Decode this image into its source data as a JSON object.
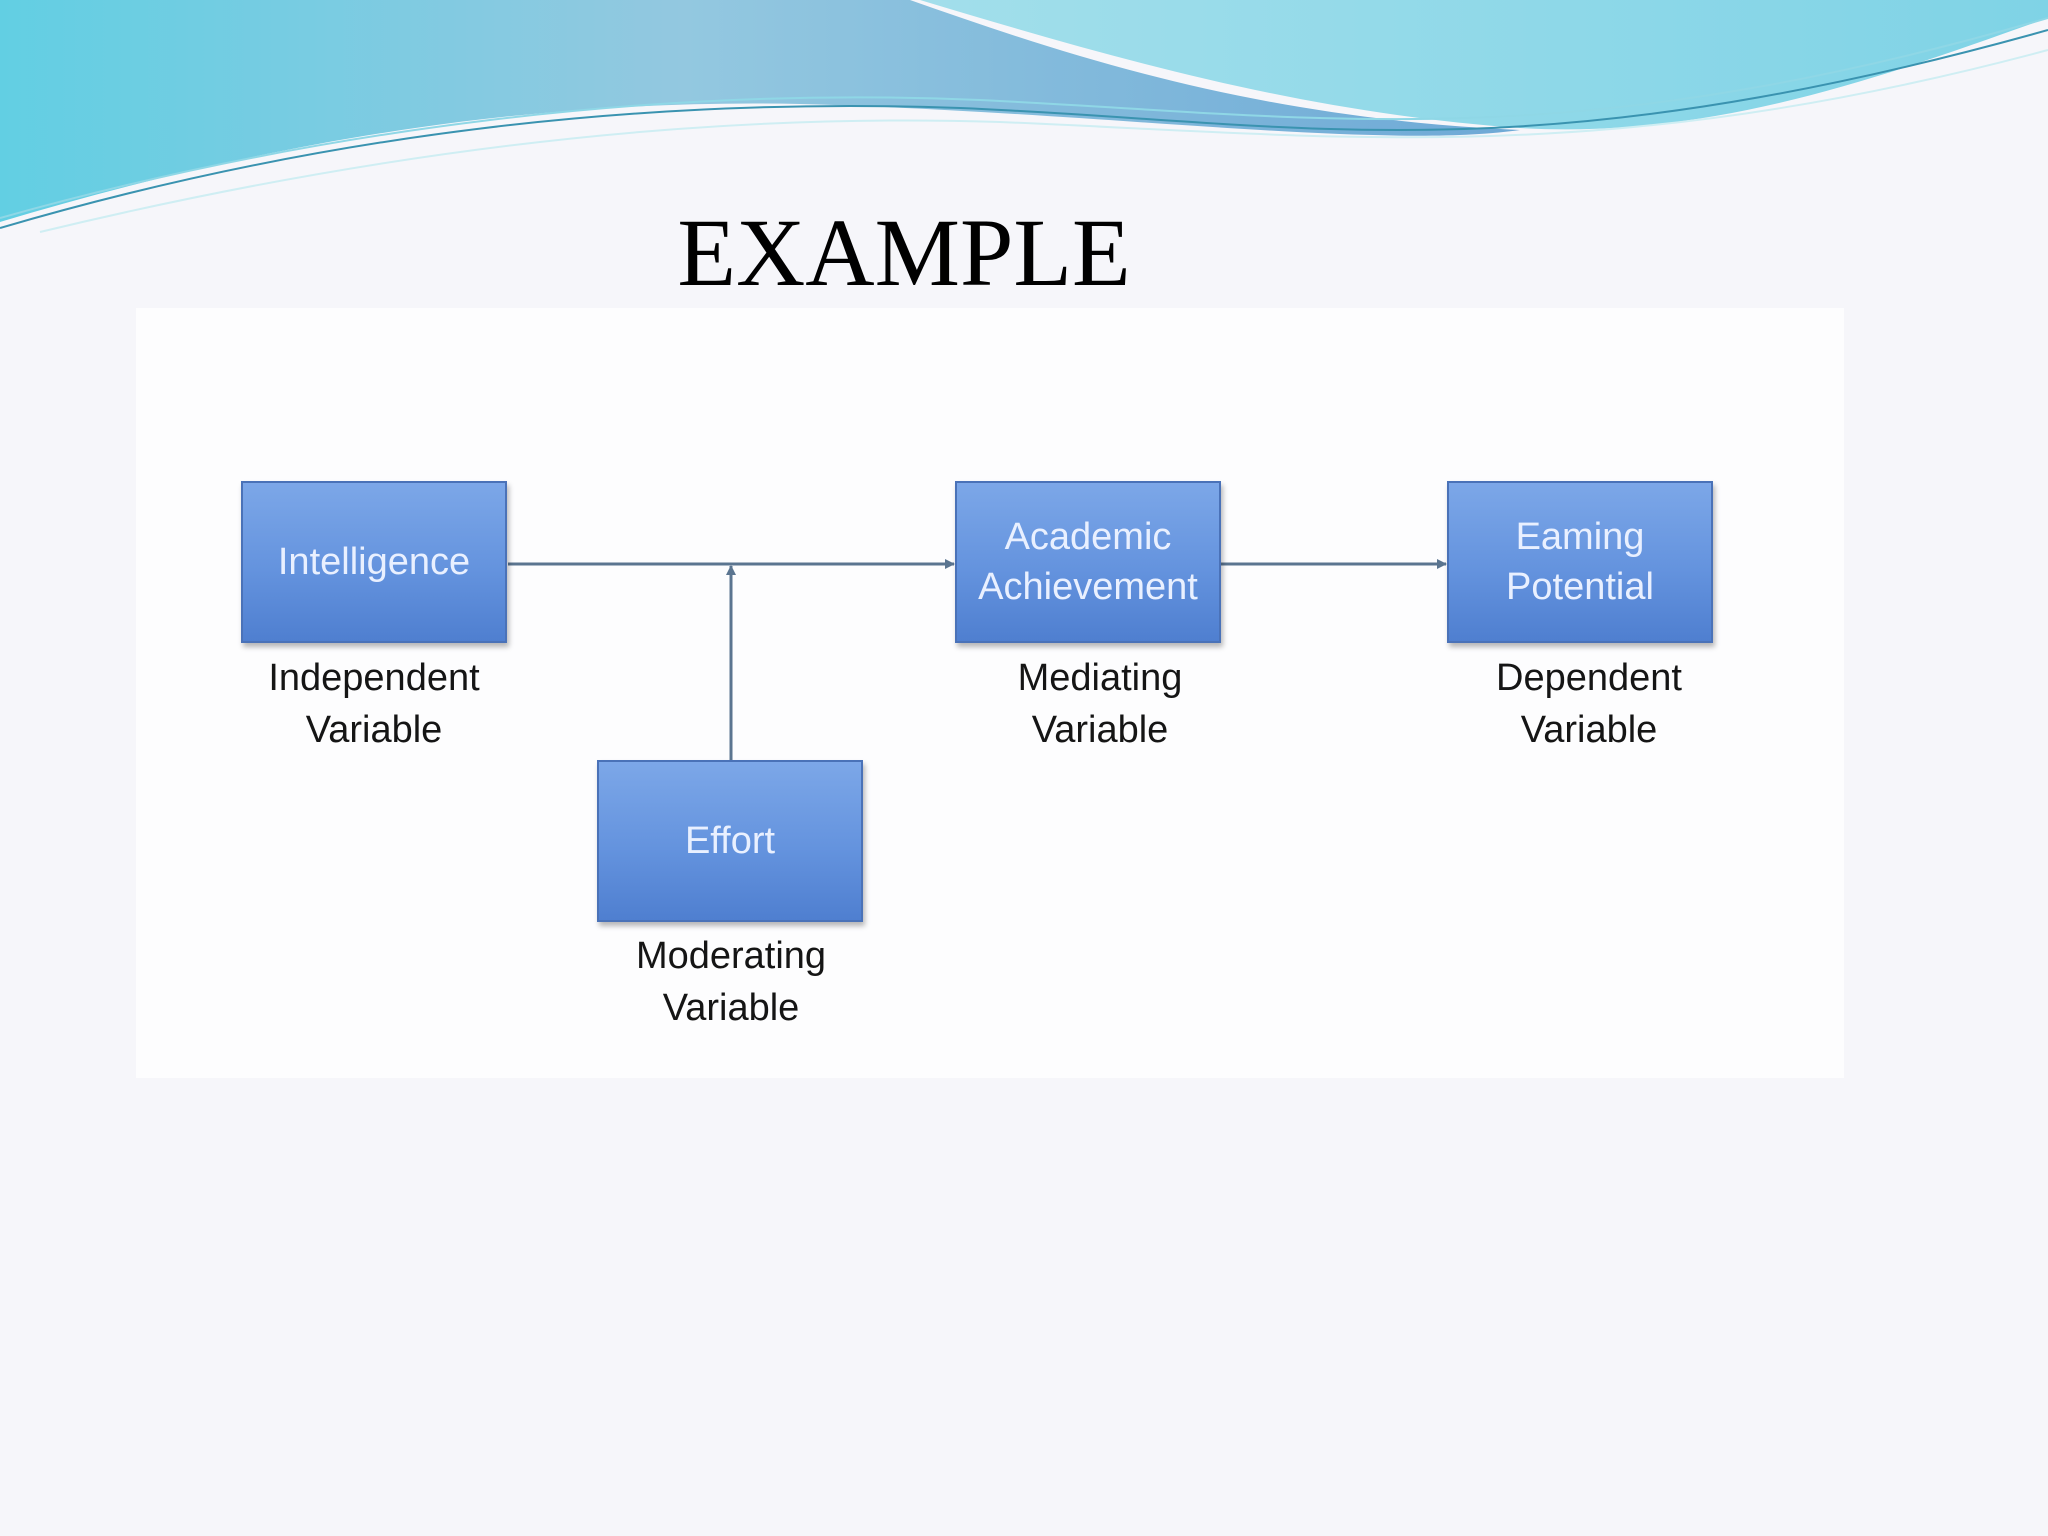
{
  "slide": {
    "title": "EXAMPLE"
  },
  "diagram": {
    "nodes": {
      "intelligence": {
        "box": "Intelligence",
        "role_line1": "Independent",
        "role_line2": "Variable"
      },
      "academic": {
        "box_line1": "Academic",
        "box_line2": "Achievement",
        "role_line1": "Mediating",
        "role_line2": "Variable"
      },
      "earning": {
        "box_line1": "Eaming",
        "box_line2": "Potential",
        "role_line1": "Dependent",
        "role_line2": "Variable"
      },
      "effort": {
        "box": "Effort",
        "role_line1": "Moderating",
        "role_line2": "Variable"
      }
    },
    "edges": [
      {
        "from": "Intelligence",
        "to": "Academic Achievement"
      },
      {
        "from": "Academic Achievement",
        "to": "Eaming Potential"
      },
      {
        "from": "Effort",
        "to": "Intelligence → Academic Achievement"
      }
    ]
  },
  "colors": {
    "node_fill": "#6493de",
    "node_border": "#4a72b8",
    "node_text": "#e9f0ff",
    "arrow": "#5b7590",
    "wave_teal": "#6fc9dc",
    "wave_blue": "#8ec3dc"
  }
}
